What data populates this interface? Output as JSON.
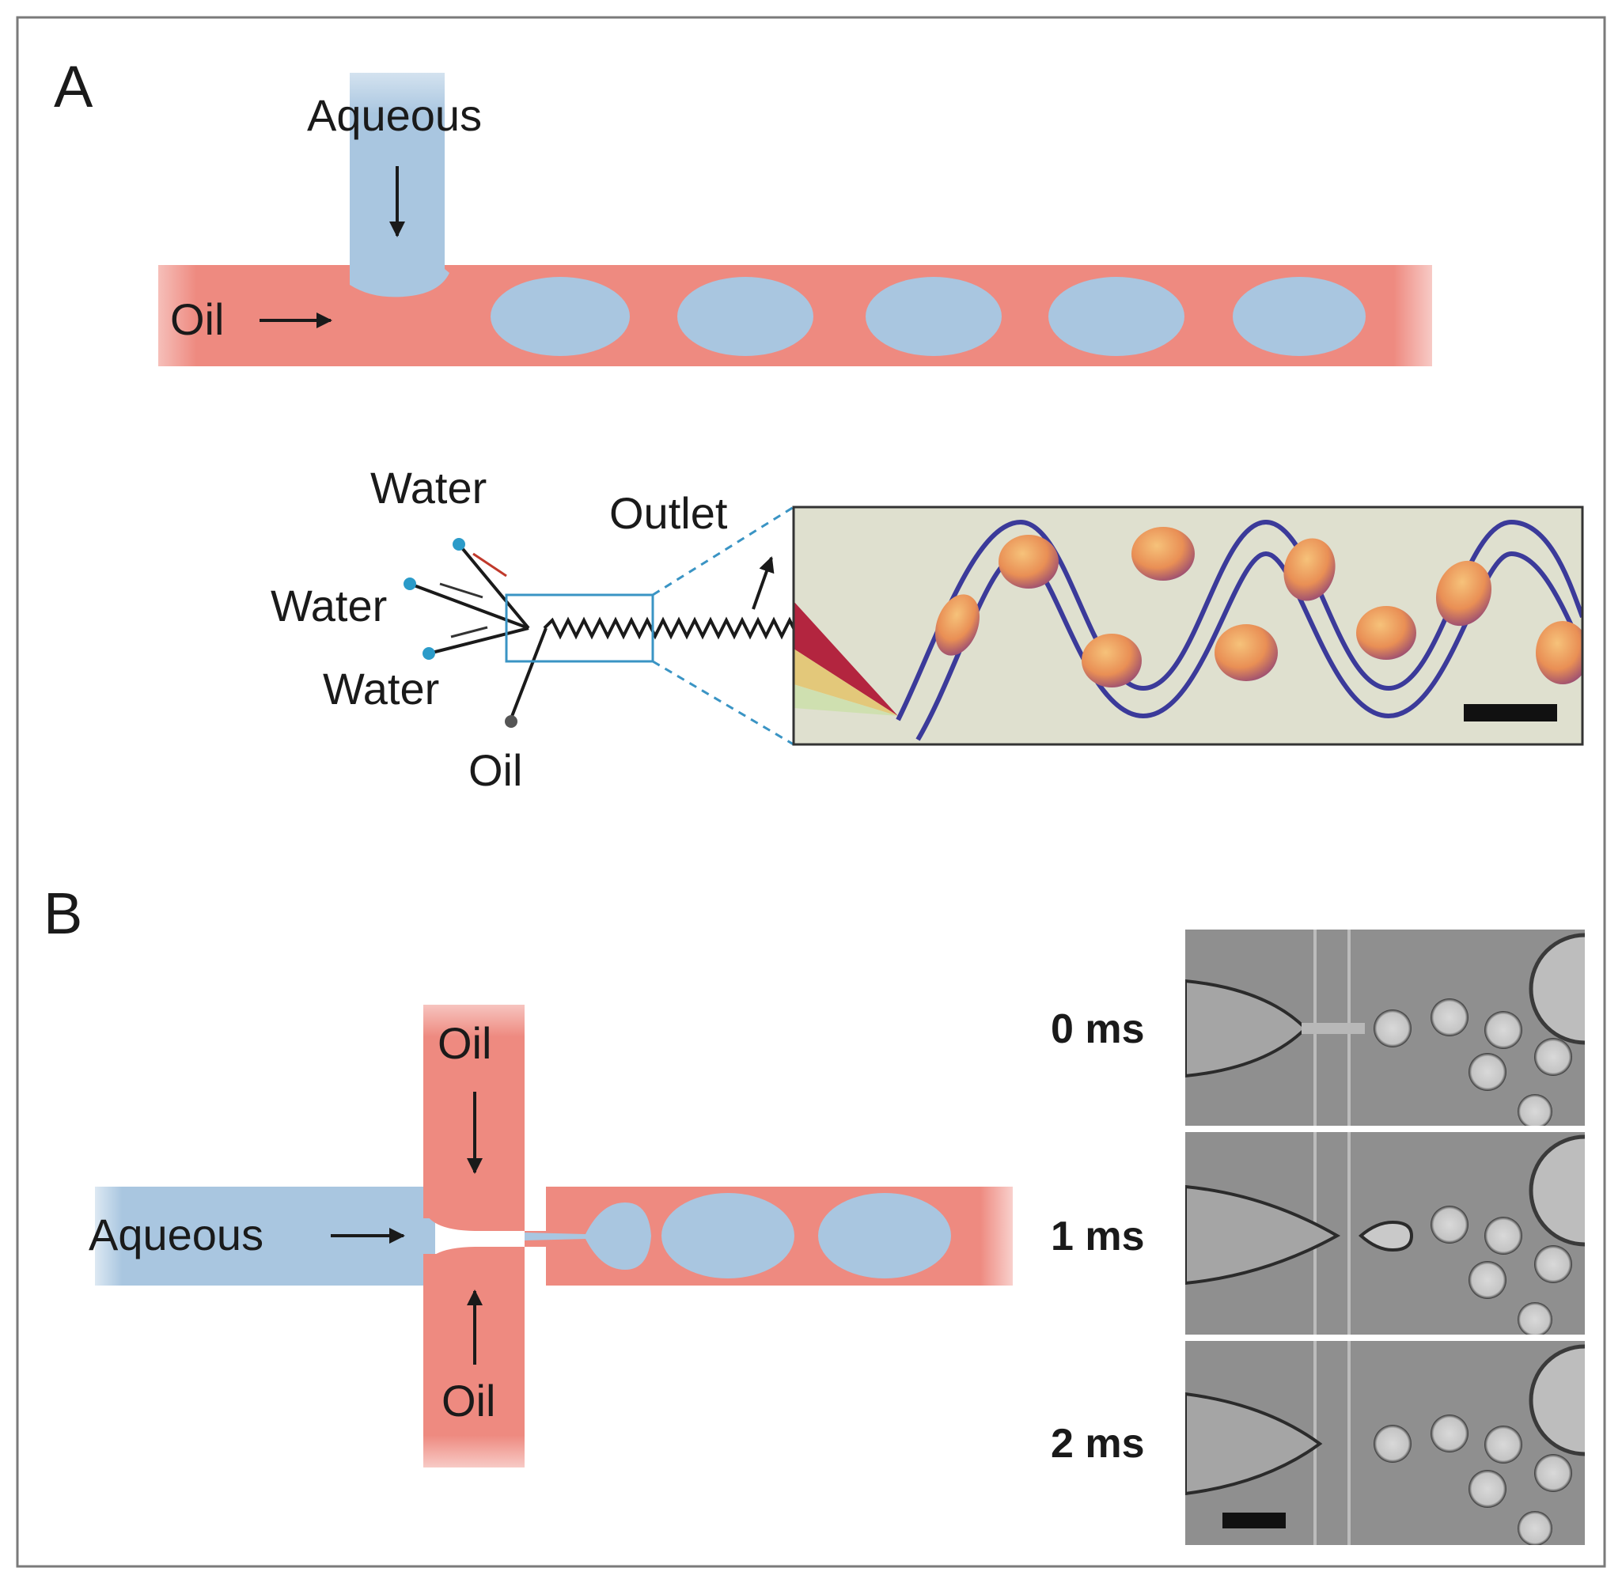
{
  "panel_a": {
    "letter": "A",
    "aqueous_label": "Aqueous",
    "oil_label": "Oil",
    "inlet_labels": [
      "Water",
      "Water",
      "Water"
    ],
    "bottom_oil_label": "Oil",
    "outlet_label": "Outlet"
  },
  "panel_b": {
    "letter": "B",
    "aqueous_label": "Aqueous",
    "oil_top_label": "Oil",
    "oil_bottom_label": "Oil",
    "time_labels": [
      "0 ms",
      "1 ms",
      "2 ms"
    ]
  },
  "colors": {
    "oil": "#ee8a80",
    "aqueous": "#a9c6e0",
    "frame": "#7a7a7a",
    "inlet_dot": "#2b9bc9",
    "inset_bg": "#dfe0cf",
    "micro_bg": "#8f8f8f"
  }
}
